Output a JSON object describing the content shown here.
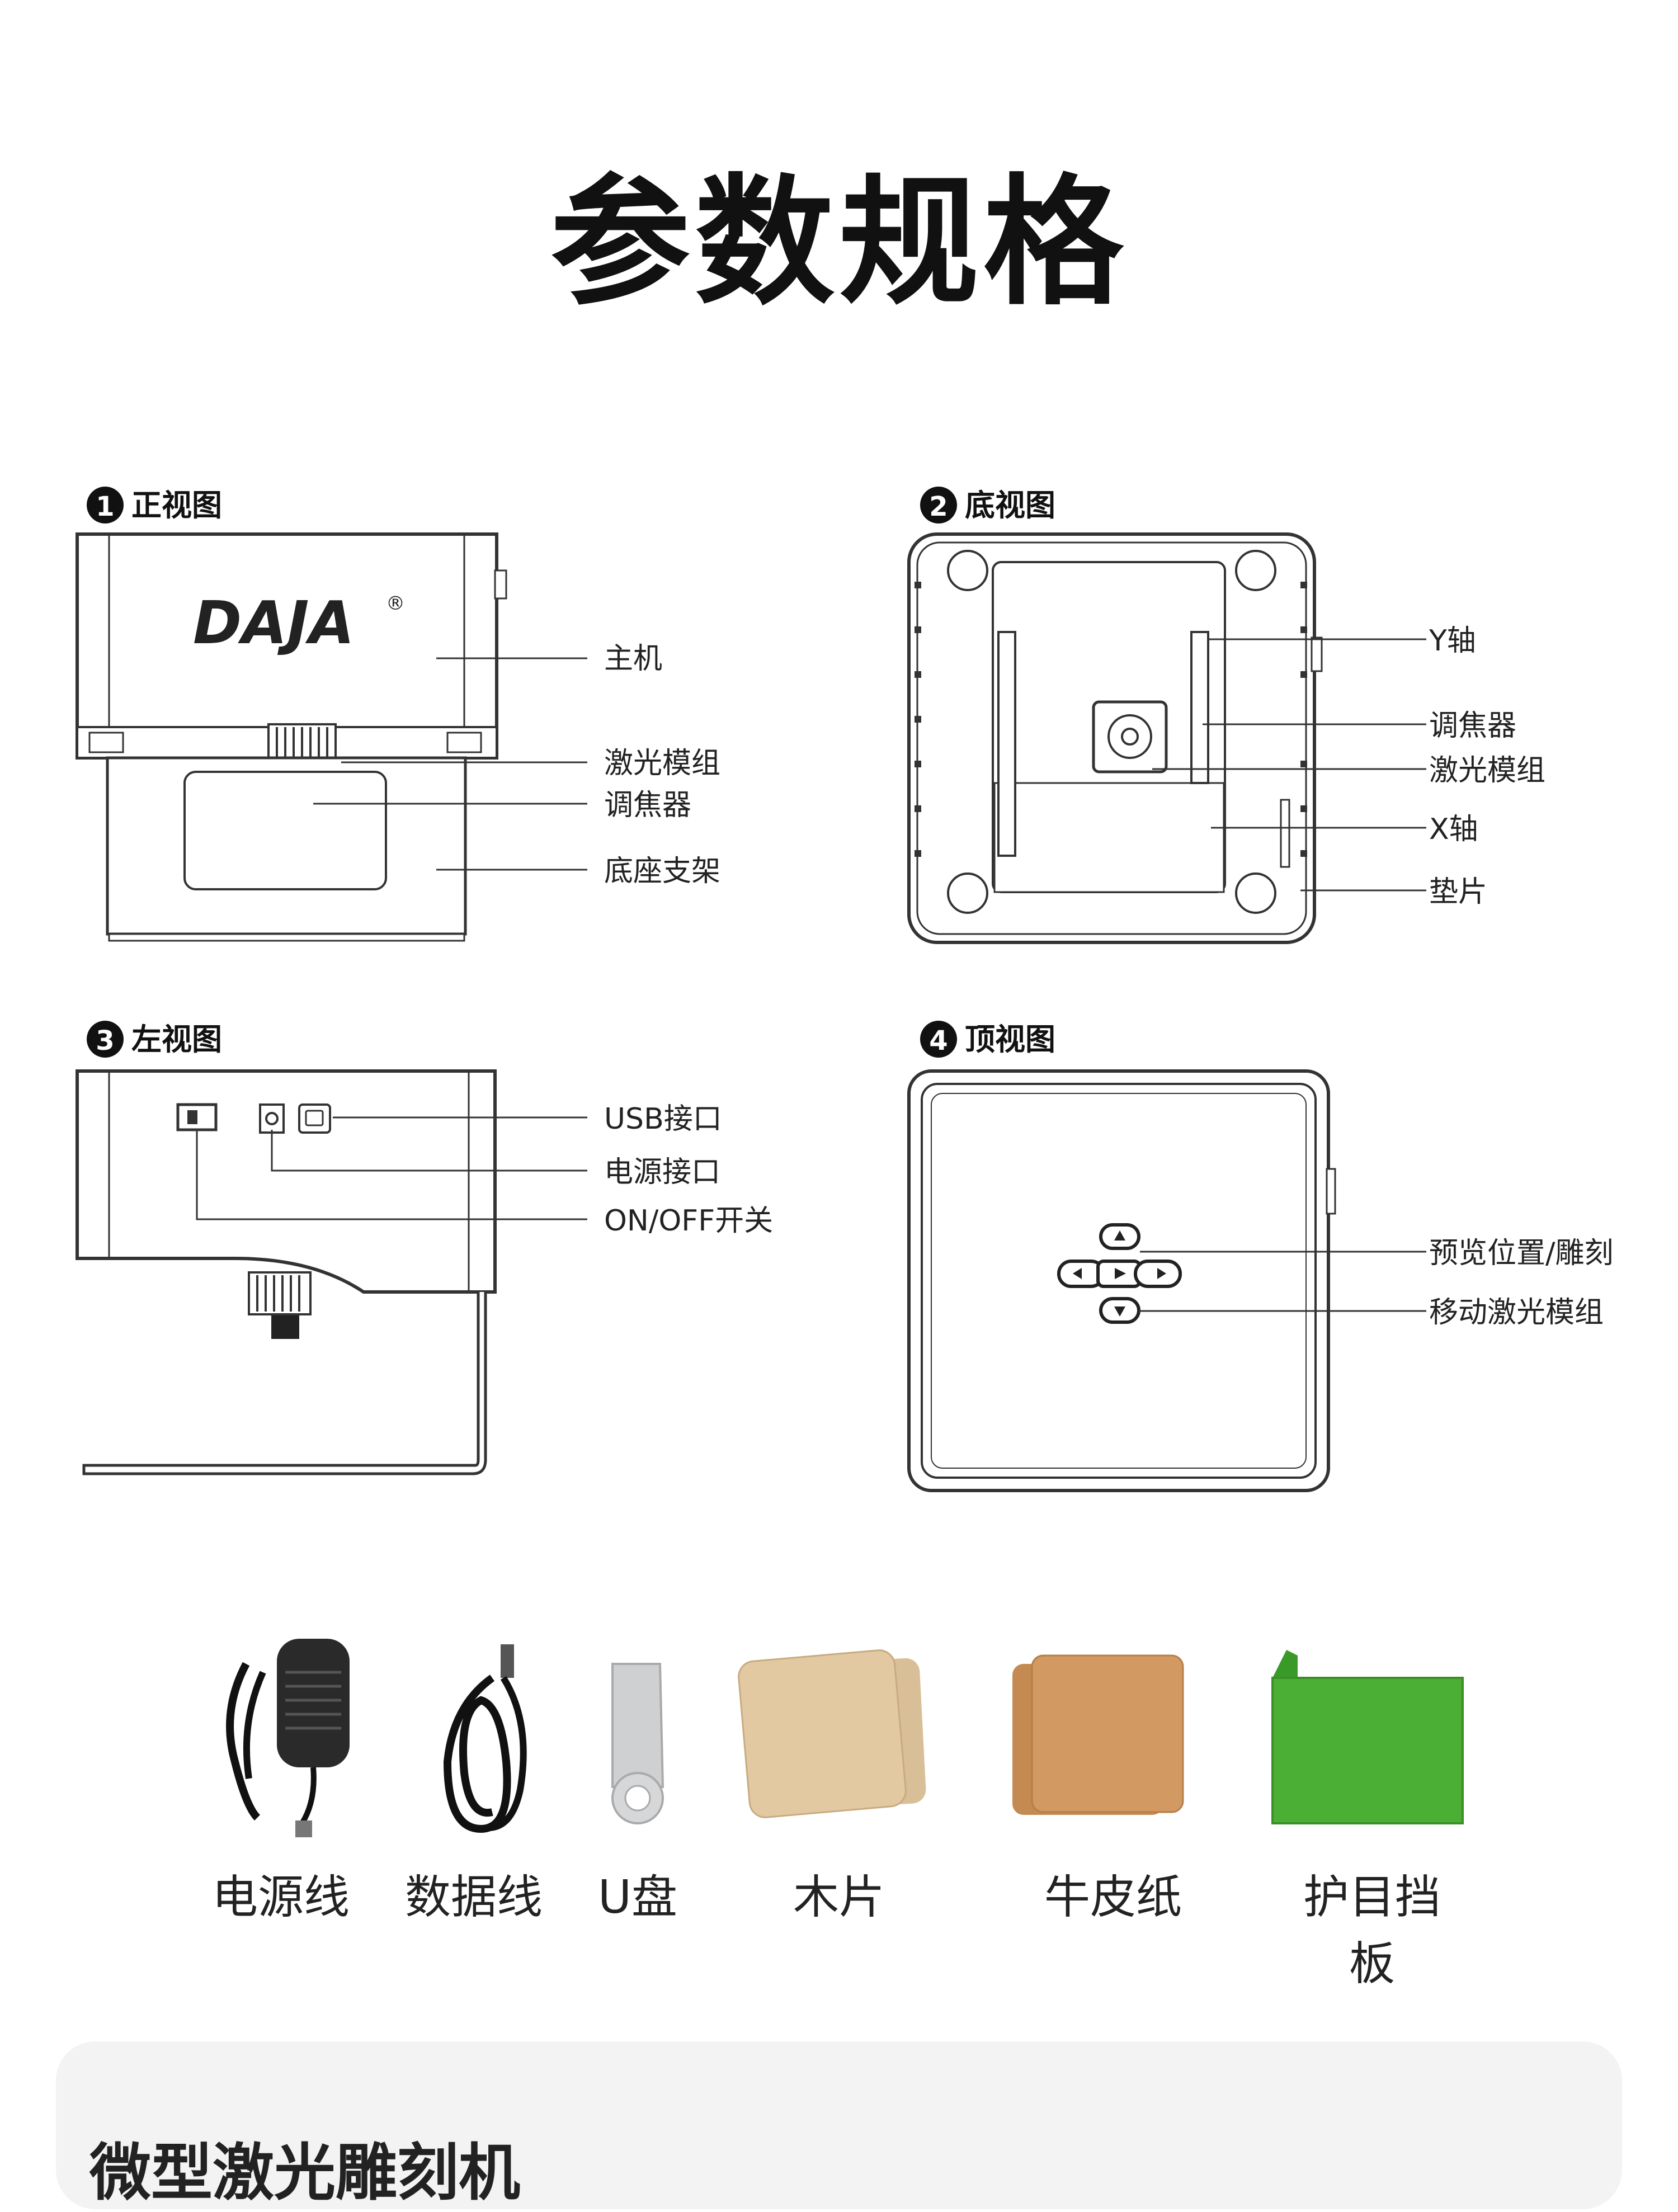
{
  "page_title": "参数规格",
  "brand": "DAJA",
  "registered_mark": "®",
  "views": [
    {
      "number": "1",
      "title": "正视图",
      "labels": [
        "主机",
        "激光模组",
        "调焦器",
        "底座支架"
      ]
    },
    {
      "number": "2",
      "title": "底视图",
      "labels": [
        "Y轴",
        "调焦器",
        "激光模组",
        "X轴",
        "垫片"
      ]
    },
    {
      "number": "3",
      "title": "左视图",
      "labels": [
        "USB接口",
        "电源接口",
        "ON/OFF开关"
      ]
    },
    {
      "number": "4",
      "title": "顶视图",
      "labels": [
        "预览位置/雕刻",
        "移动激光模组"
      ]
    }
  ],
  "accessories": [
    "电源线",
    "数据线",
    "U盘",
    "木片",
    "牛皮纸",
    "护目挡板"
  ],
  "bottom_section": {
    "heading": "微型激光雕刻机"
  },
  "colors": {
    "guard_green": "#4caf35",
    "kraft": "#d29a62",
    "wood": "#e2c9a2",
    "line": "#333333"
  }
}
